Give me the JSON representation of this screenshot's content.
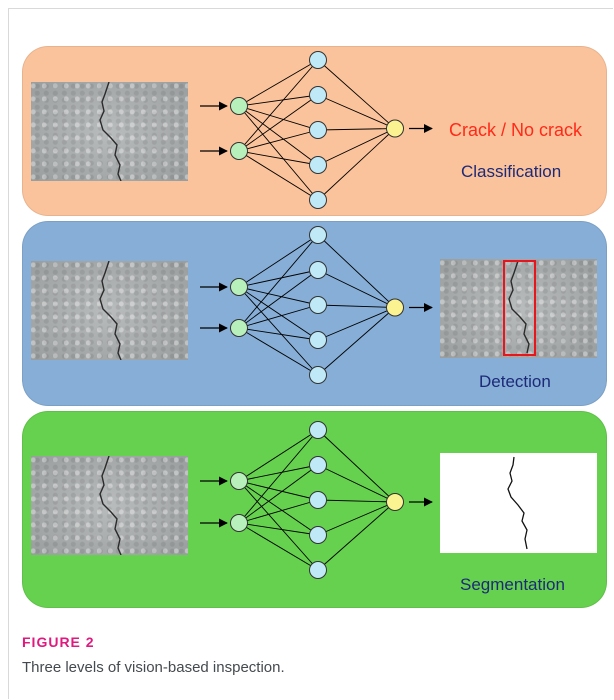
{
  "figure": {
    "caption_label": "FIGURE 2",
    "caption_text": "Three levels of vision-based inspection."
  },
  "panels": {
    "classification": {
      "output_text": "Crack / No crack",
      "label": "Classification",
      "background": "#fbc39b"
    },
    "detection": {
      "label": "Detection",
      "background": "#86aed6",
      "bounding_box_color": "#e8161c"
    },
    "segmentation": {
      "label": "Segmentation",
      "background": "#66d14f"
    }
  },
  "network_colors": {
    "input_node": "#b8f0bc",
    "hidden_node": "#bfe9f7",
    "output_node": "#fbf391"
  }
}
